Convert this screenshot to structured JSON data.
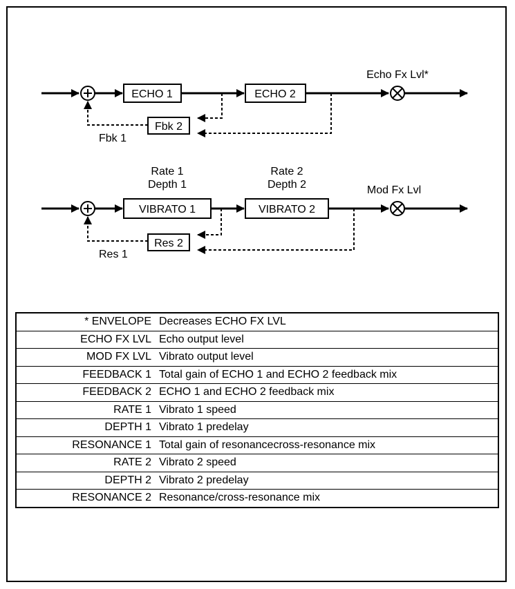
{
  "diagram": {
    "echo_path": {
      "echo1_label": "ECHO 1",
      "echo2_label": "ECHO 2",
      "fbk2_label": "Fbk 2",
      "fbk1_label": "Fbk 1",
      "output_label": "Echo Fx Lvl*"
    },
    "vibrato_path": {
      "vibrato1_label": "VIBRATO 1",
      "vibrato2_label": "VIBRATO 2",
      "rate1_label": "Rate 1",
      "depth1_label": "Depth 1",
      "rate2_label": "Rate 2",
      "depth2_label": "Depth 2",
      "res2_label": "Res 2",
      "res1_label": "Res 1",
      "output_label": "Mod Fx Lvl"
    }
  },
  "parameters": [
    {
      "name": "* ENVELOPE",
      "description": "Decreases ECHO FX LVL"
    },
    {
      "name": "ECHO FX LVL",
      "description": "Echo output level"
    },
    {
      "name": "MOD FX LVL",
      "description": "Vibrato output level"
    },
    {
      "name": "FEEDBACK 1",
      "description": "Total gain of ECHO 1 and ECHO 2 feedback mix"
    },
    {
      "name": "FEEDBACK 2",
      "description": "ECHO 1 and ECHO 2 feedback mix"
    },
    {
      "name": "RATE 1",
      "description": "Vibrato 1 speed"
    },
    {
      "name": "DEPTH 1",
      "description": "Vibrato 1 predelay"
    },
    {
      "name": "RESONANCE 1",
      "description": "Total gain of resonancecross-resonance mix"
    },
    {
      "name": "RATE 2",
      "description": "Vibrato 2 speed"
    },
    {
      "name": "DEPTH 2",
      "description": "Vibrato 2 predelay"
    },
    {
      "name": "RESONANCE 2",
      "description": "Resonance/cross-resonance mix"
    }
  ]
}
